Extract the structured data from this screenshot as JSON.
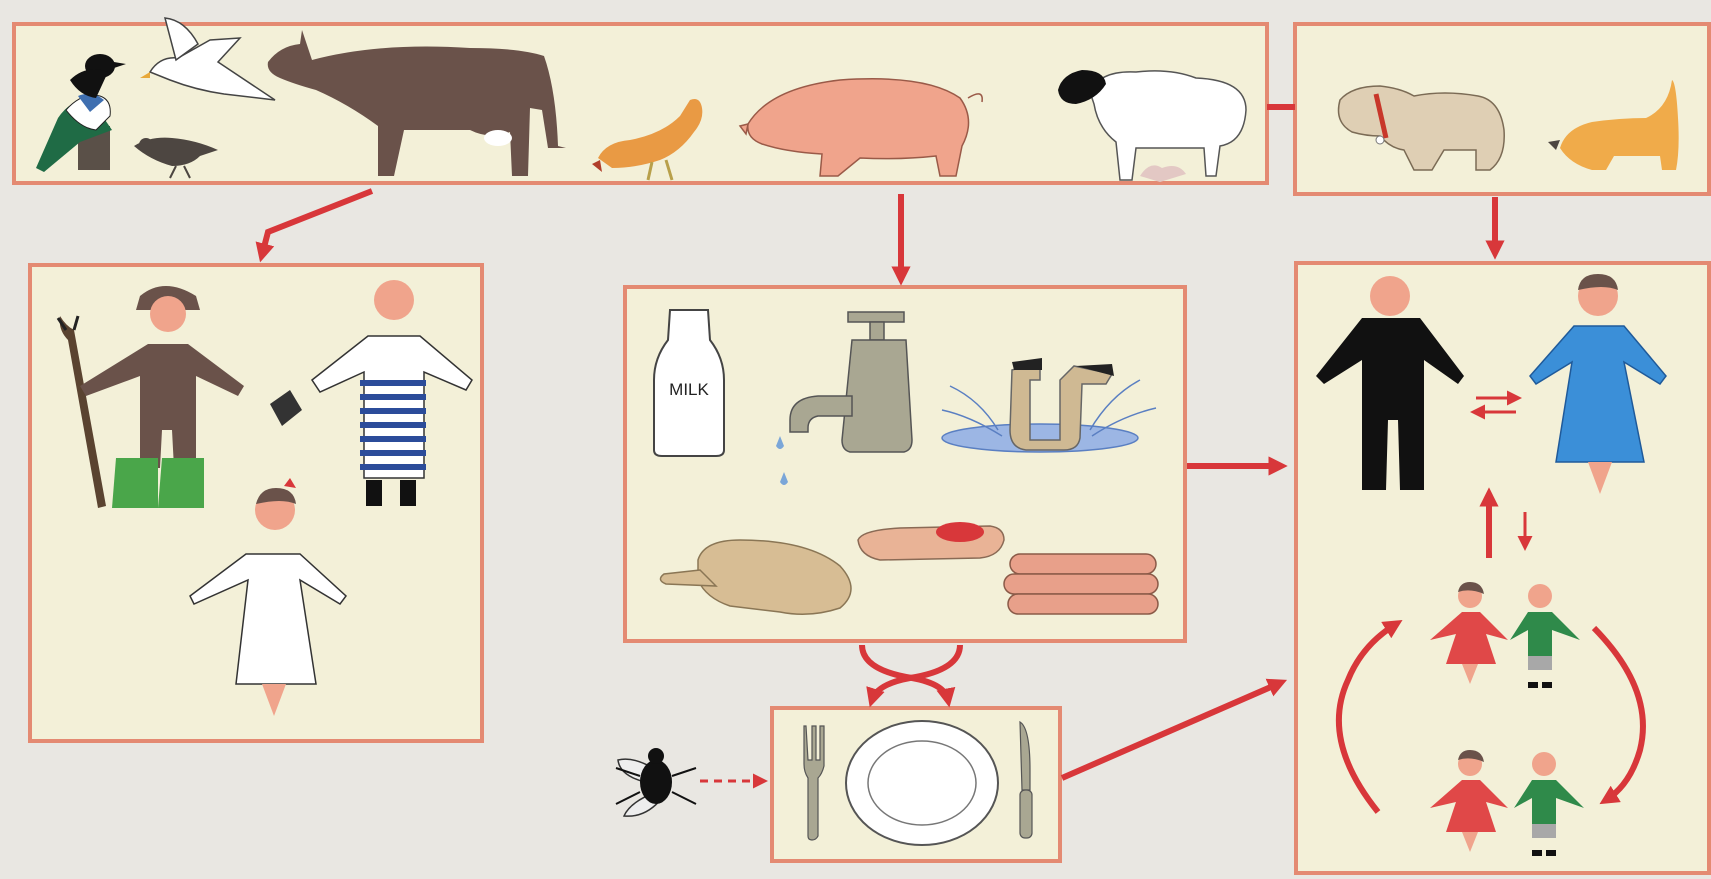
{
  "panels": {
    "animals": {
      "items": [
        "magpie",
        "gull",
        "sparrow",
        "cow",
        "chicken",
        "pig",
        "sheep"
      ]
    },
    "pets": {
      "items": [
        "dog",
        "cat"
      ]
    },
    "occupational": {
      "items": [
        "farmer",
        "butcher",
        "dairymaid"
      ]
    },
    "food_water": {
      "items": [
        "milk-bottle",
        "water-tap",
        "swimming-person",
        "chicken-carcass",
        "raw-meat",
        "sausages"
      ],
      "milk_label": "MILK"
    },
    "plate": {
      "items": [
        "fork",
        "plate",
        "knife"
      ]
    },
    "people": {
      "items": [
        "man",
        "woman",
        "girl",
        "boy"
      ]
    },
    "vector": "fly"
  },
  "colors": {
    "panel_fill": "#f3f0d8",
    "panel_border": "#e48a72",
    "arrow": "#d8373a",
    "background": "#e9e7e2"
  }
}
